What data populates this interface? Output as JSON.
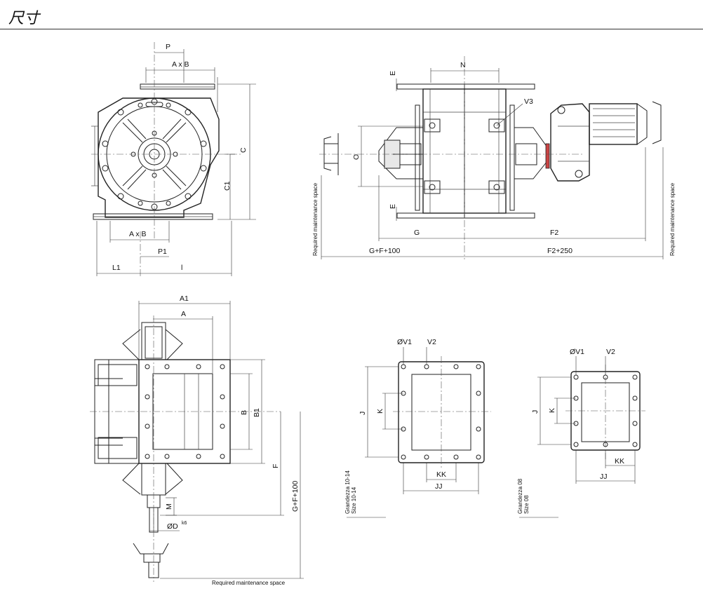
{
  "header": {
    "title": "尺寸"
  },
  "labels": {
    "P": "P",
    "AxB": "A x B",
    "C": "C",
    "C1": "C1",
    "P1": "P1",
    "L1": "L1",
    "l": "l",
    "N": "N",
    "E": "E",
    "V3": "V3",
    "O": "O",
    "G": "G",
    "F2": "F2",
    "GF100": "G+F+100",
    "F2_250": "F2+250",
    "maintenance": "Required maintenance space",
    "A1": "A1",
    "A": "A",
    "B": "B",
    "B1": "B1",
    "F": "F",
    "M": "M",
    "OD": "ØD",
    "k6": "k6",
    "OV1": "ØV1",
    "V2": "V2",
    "J": "J",
    "K": "K",
    "KK": "KK",
    "JJ": "JJ",
    "size1014_it": "Grandezza 10-14",
    "size1014_en": "Size 10-14",
    "size08_it": "Grandezza 08",
    "size08_en": "Size 08"
  }
}
